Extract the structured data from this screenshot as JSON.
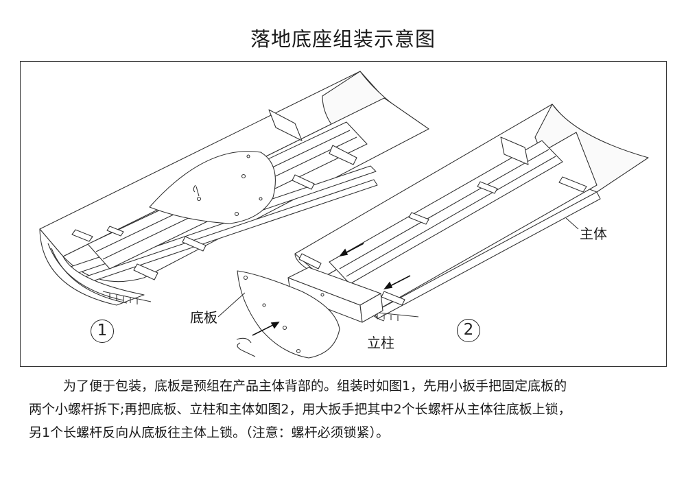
{
  "title": "落地底座组装示意图",
  "labels": {
    "main_body": "主体",
    "base_plate": "底板",
    "column": "立柱",
    "figure1": "1",
    "figure2": "2"
  },
  "description": {
    "line1": "为了便于包装，底板是预组在产品主体背部的。组装时如图1，先用小扳手把固定底板的",
    "line2": "两个小螺杆拆下;再把底板、立柱和主体如图2，用大扳手把其中2个长螺杆从主体往底板上锁，",
    "line3": "另1个长螺杆反向从底板往主体上锁。（注意：螺杆必须锁紧）。"
  }
}
